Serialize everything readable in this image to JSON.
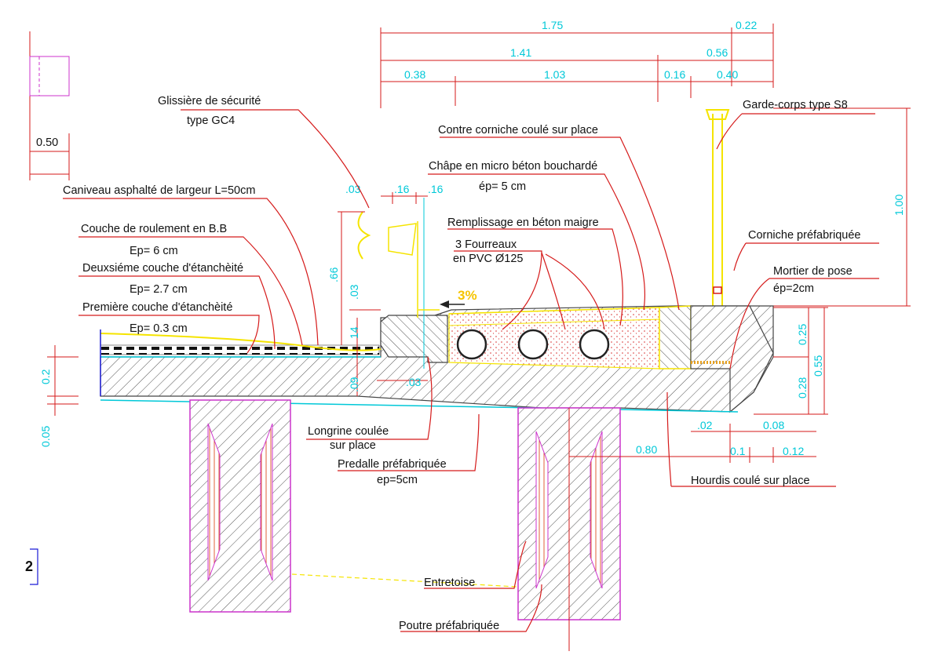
{
  "labels": {
    "glissiere_1": "Glissière de sécurité",
    "glissiere_2": "type GC4",
    "caniveau": "Caniveau asphalté de largeur L=50cm",
    "couche_roulement": "Couche de roulement en B.B",
    "couche_roulement_ep": "Ep= 6 cm",
    "deuxieme_couche": "Deuxsiéme couche d'étanchèité",
    "deuxieme_couche_ep": "Ep= 2.7 cm",
    "premiere_couche": "Première couche d'étanchèité",
    "premiere_couche_ep": "Ep= 0.3 cm",
    "contre_corniche": "Contre corniche coulé sur place",
    "chape_1": "Châpe en micro béton bouchardé",
    "chape_2": "ép= 5 cm",
    "remplissage": "Remplissage en béton maigre",
    "fourreaux_1": "3 Fourreaux",
    "fourreaux_2": "en PVC Ø125",
    "garde_corps": "Garde-corps type S8",
    "corniche": "Corniche préfabriquée",
    "mortier_1": "Mortier  de pose",
    "mortier_2": "ép=2cm",
    "longrine_1": "Longrine coulée",
    "longrine_2": "sur place",
    "predalle_1": "Predalle préfabriquée",
    "predalle_2": "ep=5cm",
    "hourdis": "Hourdis coulé sur place",
    "entretoise": "Entretoise",
    "poutre": "Poutre préfabriquée",
    "slope": "3%",
    "page_number": "2"
  },
  "dimensions": {
    "d175": "1.75",
    "d022": "0.22",
    "d141": "1.41",
    "d056": "0.56",
    "d038": "0.38",
    "d103": "1.03",
    "d016": "0.16",
    "d040": "0.40",
    "d050": "0.50",
    "d003a": ".03",
    "d016a": ".16",
    "d016b": ".16",
    "d066": ".66",
    "d003b": ".03",
    "d014": "14",
    "d009": ".09",
    "d003c": ".03",
    "d100": "1.00",
    "d025": "0.25",
    "d055": "0.55",
    "d028": "0.28",
    "d02": "0.2",
    "d005": "0.05",
    "d002": ".02",
    "d008": "0.08",
    "d080": "0.80",
    "d01": "0.1",
    "d012": "0.12"
  },
  "colors": {
    "leader": "#d51a1a",
    "dimension": "#00c8d8",
    "outline": "#cc33cc",
    "guardrail": "#f5e400",
    "hatch": "#444444"
  }
}
